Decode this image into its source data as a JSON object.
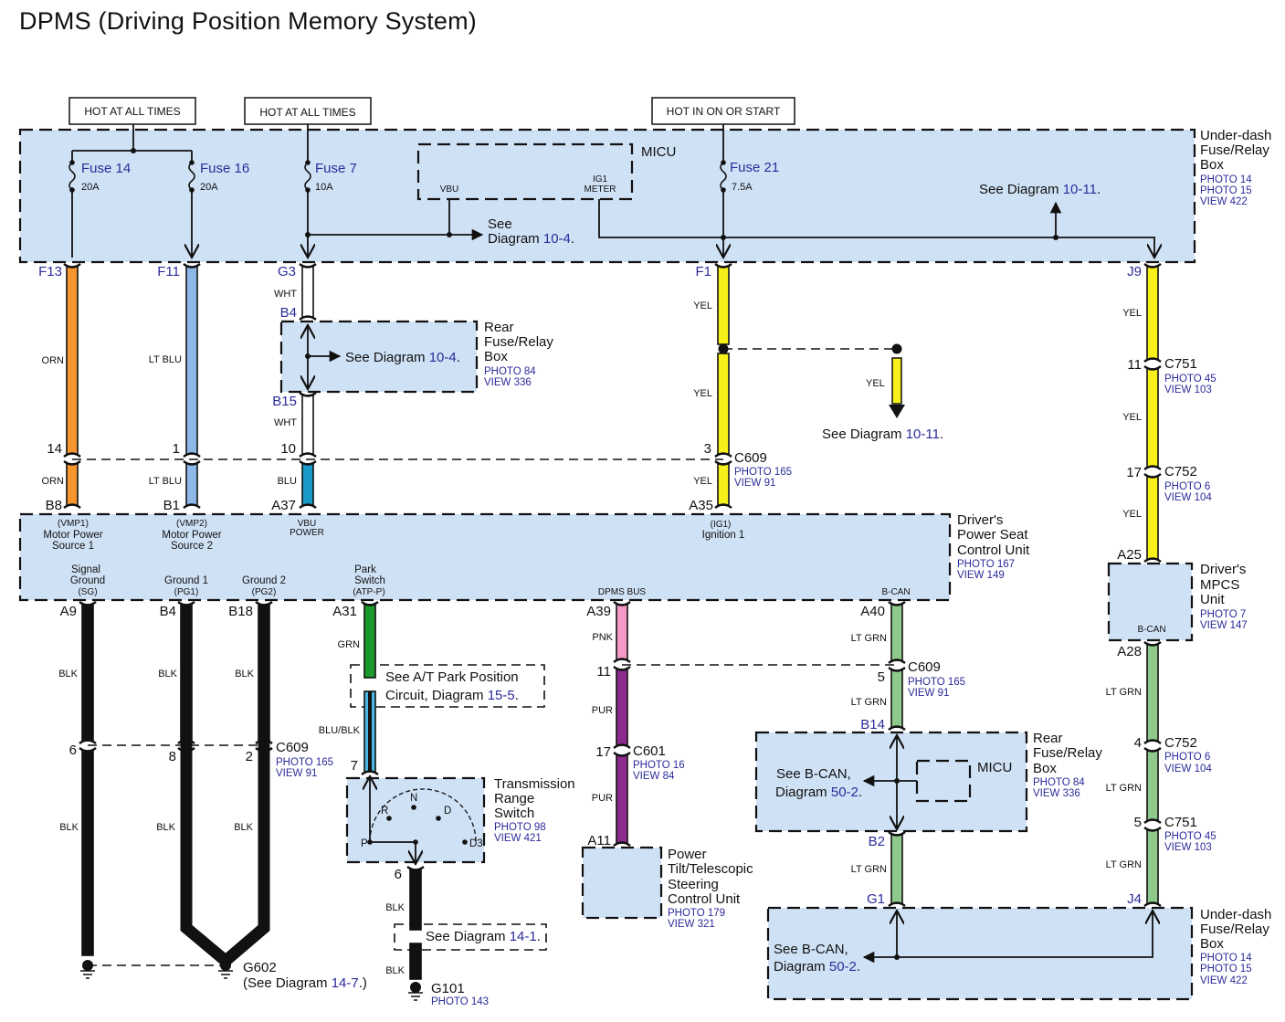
{
  "title": "DPMS (Driving Position Memory System)",
  "power_labels": [
    "HOT AT ALL TIMES",
    "HOT AT ALL TIMES",
    "HOT IN ON OR START"
  ],
  "fuses": [
    {
      "name": "Fuse 14",
      "rating": "20A"
    },
    {
      "name": "Fuse 16",
      "rating": "20A"
    },
    {
      "name": "Fuse 7",
      "rating": "10A"
    },
    {
      "name": "Fuse 21",
      "rating": "7.5A"
    }
  ],
  "components": {
    "underdash_top": {
      "name": [
        "Under-dash",
        "Fuse/Relay",
        "Box"
      ],
      "refs": [
        "PHOTO 14",
        "PHOTO 15",
        "VIEW 422"
      ]
    },
    "micu_top": {
      "name": "MICU",
      "terminals": [
        "VBU",
        "IG1",
        "METER"
      ]
    },
    "rear_fuse_top": {
      "name": [
        "Rear",
        "Fuse/Relay",
        "Box"
      ],
      "refs": [
        "PHOTO 84",
        "VIEW 336"
      ]
    },
    "seat_unit": {
      "name": [
        "Driver's",
        "Power Seat",
        "Control Unit"
      ],
      "refs": [
        "PHOTO 167",
        "VIEW 149"
      ]
    },
    "mpcs_unit": {
      "name": [
        "Driver's",
        "MPCS",
        "Unit"
      ],
      "refs": [
        "PHOTO 7",
        "VIEW 147"
      ],
      "terminal": "B-CAN"
    },
    "trans_switch": {
      "name": [
        "Transmission",
        "Range",
        "Switch"
      ],
      "refs": [
        "PHOTO 98",
        "VIEW 421"
      ],
      "positions": [
        "P",
        "R",
        "N",
        "D",
        "D3"
      ]
    },
    "steering_unit": {
      "name": [
        "Power",
        "Tilt/Telescopic",
        "Steering",
        "Control Unit"
      ],
      "refs": [
        "PHOTO 179",
        "VIEW 321"
      ]
    },
    "rear_fuse_bottom": {
      "name": [
        "Rear",
        "Fuse/Relay",
        "Box"
      ],
      "refs": [
        "PHOTO 84",
        "VIEW 336"
      ],
      "micu": "MICU"
    },
    "underdash_bottom": {
      "name": [
        "Under-dash",
        "Fuse/Relay",
        "Box"
      ],
      "refs": [
        "PHOTO 14",
        "PHOTO 15",
        "VIEW 422"
      ]
    }
  },
  "seat_terminals": {
    "top": [
      {
        "code": "(VMP1)",
        "label": [
          "Motor Power",
          "Source 1"
        ]
      },
      {
        "code": "(VMP2)",
        "label": [
          "Motor Power",
          "Source 2"
        ]
      },
      {
        "code": "VBU",
        "label": [
          "POWER"
        ]
      },
      {
        "code": "(IG1)",
        "label": [
          "Ignition 1"
        ]
      }
    ],
    "bottom": [
      {
        "label": [
          "Signal",
          "Ground"
        ],
        "code": "(SG)"
      },
      {
        "label": [
          "Ground 1"
        ],
        "code": "(PG1)"
      },
      {
        "label": [
          "Ground 2"
        ],
        "code": "(PG2)"
      },
      {
        "label": [
          "Park",
          "Switch"
        ],
        "code": "(ATP-P)"
      },
      {
        "label": [
          "DPMS BUS"
        ],
        "code": ""
      },
      {
        "label": [
          "B-CAN"
        ],
        "code": ""
      }
    ]
  },
  "pins": {
    "F13": "F13",
    "F11": "F11",
    "G3": "G3",
    "F1": "F1",
    "J9": "J9",
    "B4r": "B4",
    "B15": "B15",
    "p14": "14",
    "p1": "1",
    "p10": "10",
    "p3": "3",
    "B8": "B8",
    "B1": "B1",
    "A37": "A37",
    "A35": "A35",
    "p11a": "11",
    "p17a": "17",
    "A25": "A25",
    "A9": "A9",
    "B4": "B4",
    "B18": "B18",
    "A31": "A31",
    "A39": "A39",
    "A40": "A40",
    "A28": "A28",
    "p6": "6",
    "p8": "8",
    "p2": "2",
    "p7": "7",
    "p6b": "6",
    "p11b": "11",
    "p17b": "17",
    "A11": "A11",
    "p5": "5",
    "B14": "B14",
    "B2": "B2",
    "G1": "G1",
    "p4": "4",
    "p5b": "5",
    "J4": "J4"
  },
  "wire_colors": {
    "orn": "ORN",
    "ltblu": "LT BLU",
    "wht": "WHT",
    "blu": "BLU",
    "yel": "YEL",
    "blk": "BLK",
    "grn": "GRN",
    "bluBlk": "BLU/BLK",
    "pnk": "PNK",
    "pur": "PUR",
    "ltgrn": "LT GRN"
  },
  "connectors": {
    "c609": {
      "name": "C609",
      "refs": [
        "PHOTO 165",
        "VIEW 91"
      ]
    },
    "c751": {
      "name": "C751",
      "refs": [
        "PHOTO 45",
        "VIEW 103"
      ]
    },
    "c752": {
      "name": "C752",
      "refs": [
        "PHOTO 6",
        "VIEW 104"
      ]
    },
    "c601": {
      "name": "C601",
      "refs": [
        "PHOTO 16",
        "VIEW 84"
      ]
    }
  },
  "grounds": {
    "g602": {
      "name": "G602",
      "see": "(See Diagram ",
      "link": "14-7",
      "end": ".)"
    },
    "g101": {
      "name": "G101",
      "refs": [
        "PHOTO 143"
      ]
    }
  },
  "see_refs": {
    "d104a": {
      "pre": "See",
      "pre2": "Diagram ",
      "link": "10-4",
      "end": "."
    },
    "d1011a": {
      "pre": "See Diagram ",
      "link": "10-11",
      "end": "."
    },
    "d104b": {
      "pre": "See Diagram ",
      "link": "10-4",
      "end": "."
    },
    "d1011b": {
      "pre": "See Diagram ",
      "link": "10-11",
      "end": "."
    },
    "park": {
      "line1": "See A/T Park Position",
      "pre": "Circuit, Diagram ",
      "link": "15-5",
      "end": "."
    },
    "d141": {
      "pre": "See Diagram ",
      "link": "14-1",
      "end": "."
    },
    "bcan1": {
      "line1": "See B-CAN,",
      "pre": "Diagram ",
      "link": "50-2",
      "end": "."
    },
    "bcan2": {
      "line1": "See B-CAN,",
      "pre": "Diagram ",
      "link": "50-2",
      "end": "."
    }
  },
  "colors": {
    "box_fill": "#cfe1f5",
    "orn": "#f7962f",
    "ltblu": "#8db8e8",
    "wht": "#ffffff",
    "blu": "#1a9ac9",
    "yel": "#f7f01a",
    "blk": "#111111",
    "grn": "#1a9a2a",
    "bluBlk": "#4ab8e0",
    "pnk": "#f59ac8",
    "pur": "#8e2b8e",
    "ltgrn": "#8fca8c",
    "link": "#2b2b9a"
  }
}
